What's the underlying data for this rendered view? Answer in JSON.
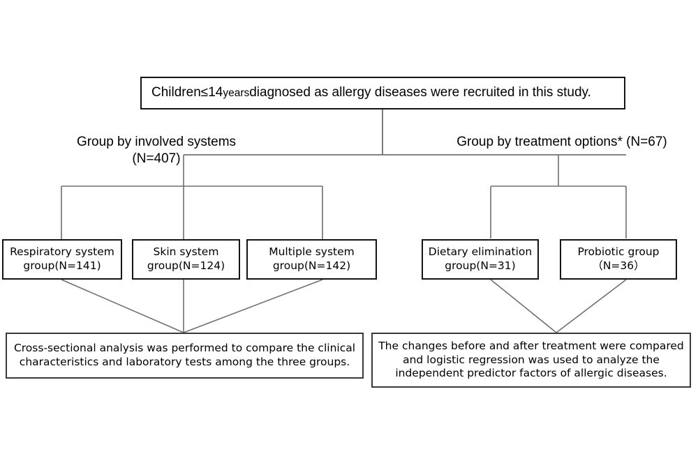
{
  "diagram": {
    "title": "Study enrollment and analysis flow",
    "top_box": {
      "lead": "Children ",
      "age": "≤14 ",
      "years": "years",
      "tail": " diagnosed as allergy diseases were recruited in this study.",
      "full_text": "Children ≤14 years diagnosed as allergy diseases were recruited in this study."
    },
    "branches": {
      "left_label": "Group by  involved systems\n(N=407)",
      "right_label": "Group by treatment options*  (N=67)"
    },
    "left_groups": [
      {
        "label": "Respiratory system\ngroup(N=141)",
        "name": "Respiratory system group",
        "n": 141
      },
      {
        "label": "Skin system\ngroup(N=124)",
        "name": "Skin system group",
        "n": 124
      },
      {
        "label": "Multiple system\ngroup(N=142)",
        "name": "Multiple system group",
        "n": 142
      }
    ],
    "right_groups": [
      {
        "label": "Dietary elimination\ngroup(N=31)",
        "name": "Dietary elimination group",
        "n": 31
      },
      {
        "label": "Probiotic group\n（N=36）",
        "name": "Probiotic group",
        "n": 36
      }
    ],
    "outcomes": {
      "left": "Cross-sectional analysis was performed to compare the clinical\ncharacteristics and laboratory tests among the three groups.",
      "right": "The changes before and after treatment were compared\nand logistic regression was used to analyze the\nindependent predictor factors of allergic diseases."
    },
    "totals": {
      "grouped_by_systems": 407,
      "grouped_by_treatment": 67,
      "max_age_years": 14
    },
    "colors": {
      "box_border": "#141414",
      "outcome_border": "#3a3a3a",
      "connector": "#6e6e6e",
      "text": "#000000",
      "background": "#ffffff"
    }
  }
}
